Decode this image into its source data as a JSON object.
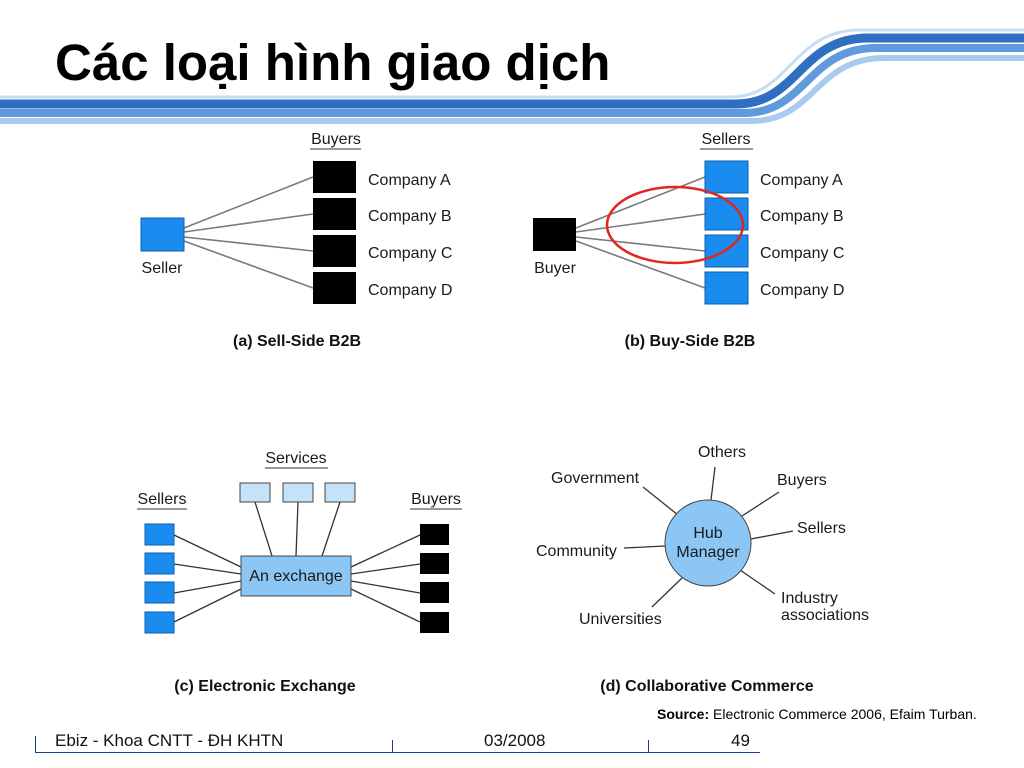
{
  "slide": {
    "title": "Các loại hình giao dịch"
  },
  "diagrams": {
    "sell_side": {
      "group_label": "Buyers",
      "hub_label": "Seller",
      "companies": [
        "Company A",
        "Company B",
        "Company C",
        "Company D"
      ],
      "caption": "(a) Sell-Side B2B"
    },
    "buy_side": {
      "group_label": "Sellers",
      "hub_label": "Buyer",
      "companies": [
        "Company A",
        "Company B",
        "Company C",
        "Company D"
      ],
      "caption": "(b) Buy-Side B2B"
    },
    "exchange": {
      "services_label": "Services",
      "sellers_label": "Sellers",
      "buyers_label": "Buyers",
      "center_label": "An exchange",
      "caption": "(c) Electronic Exchange"
    },
    "collaborative": {
      "hub_lines": [
        "Hub",
        "Manager"
      ],
      "partners": {
        "others": "Others",
        "government": "Government",
        "buyers": "Buyers",
        "sellers": "Sellers",
        "community": "Community",
        "industry": [
          "Industry",
          "associations"
        ],
        "universities": "Universities"
      },
      "caption": "(d) Collaborative Commerce"
    }
  },
  "source": {
    "label": "Source:",
    "text": "Electronic Commerce 2006, Efaim Turban."
  },
  "footer": {
    "course": "Ebiz - Khoa CNTT - ĐH KHTN",
    "date": "03/2008",
    "page": "49"
  },
  "colors": {
    "seller_blue": "#1a8cf0",
    "box_border": "#0b5fae",
    "buyer_black": "#000000",
    "light_blue": "#8cc6f4",
    "service_blue": "#c4e2f8",
    "highlight_red": "#e0261f",
    "footer_line": "#1b3f95"
  }
}
